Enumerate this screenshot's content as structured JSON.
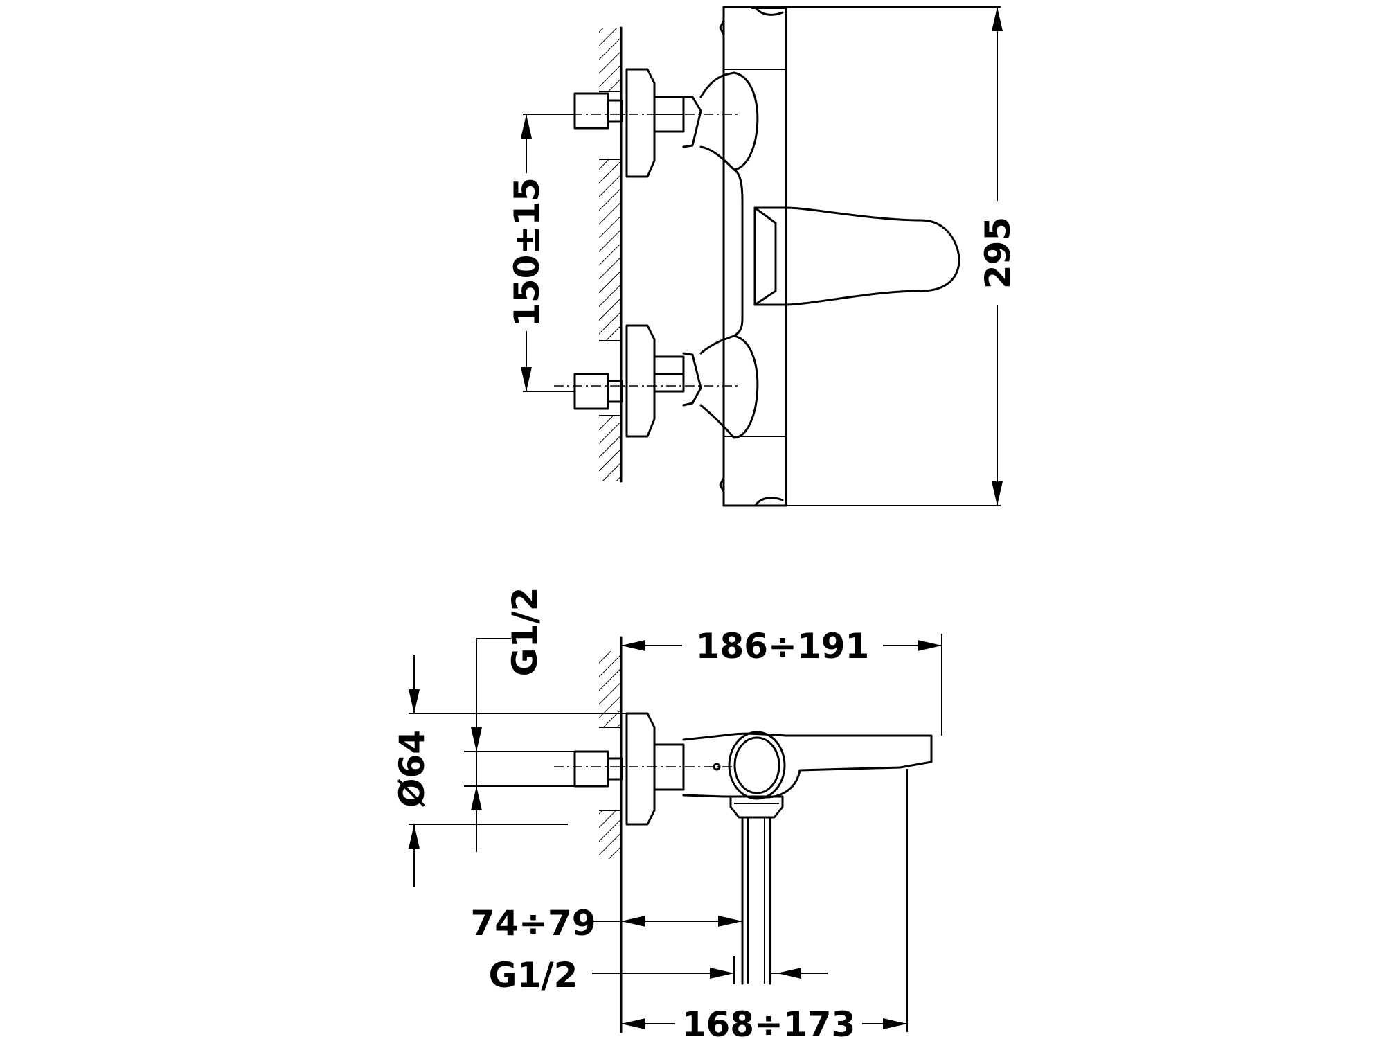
{
  "dimensions": {
    "inlet_spacing": "150±15",
    "overall_height": "295",
    "inlet_thread_top": "G1/2",
    "escutcheon_diameter": "Ø64",
    "spout_projection": "186÷191",
    "outlet_distance": "74÷79",
    "outlet_thread": "G1/2",
    "body_projection": "168÷173"
  },
  "colors": {
    "line": "#000000",
    "background": "#ffffff"
  }
}
